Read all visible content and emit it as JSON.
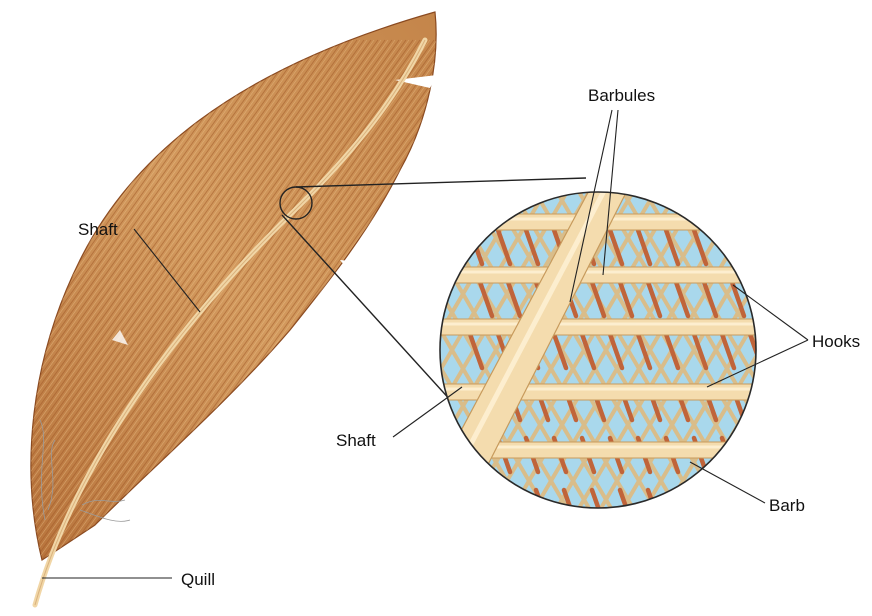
{
  "labels": {
    "barbules": "Barbules",
    "shaft_left": "Shaft",
    "hooks": "Hooks",
    "shaft_zoom": "Shaft",
    "barb": "Barb",
    "quill": "Quill"
  },
  "colors": {
    "vane": "#c98a4f",
    "vane_lines": "#a05a2a",
    "rachis": "#f1d6a6",
    "zoom_sky": "#a9d8ec",
    "zoom_barb": "#f4dcae",
    "hook": "#c0643a",
    "leader": "#222222"
  }
}
